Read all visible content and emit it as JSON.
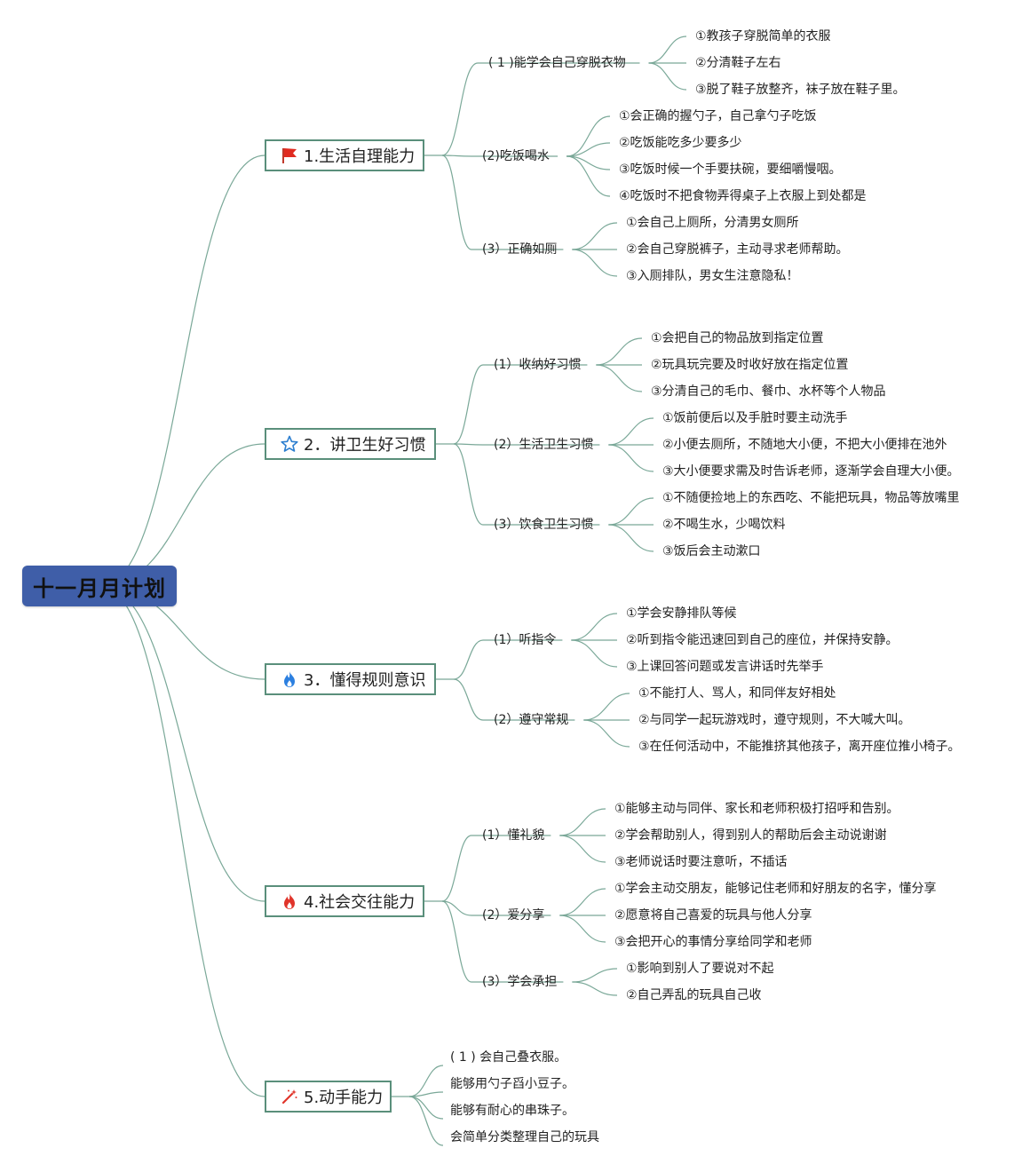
{
  "root": {
    "label": "十一月月计划"
  },
  "colors": {
    "root_fill": "#3f5ea8",
    "line": "#7aa898",
    "border": "#5a8f7b"
  },
  "branches": [
    {
      "label": "1.生活自理能力",
      "icon": "flag-icon",
      "subs": [
        {
          "label": "( 1 )能学会自己穿脱衣物",
          "items": [
            "①教孩子穿脱简单的衣服",
            "②分清鞋子左右",
            "③脱了鞋子放整齐，袜子放在鞋子里。"
          ]
        },
        {
          "label": "(2)吃饭喝水",
          "items": [
            "①会正确的握勺子，自己拿勺子吃饭",
            "②吃饭能吃多少要多少",
            "③吃饭时候一个手要扶碗，要细嚼慢咽。",
            "④吃饭时不把食物弄得桌子上衣服上到处都是"
          ]
        },
        {
          "label": "(3）正确如厕",
          "items": [
            "①会自己上厕所，分清男女厕所",
            "②会自己穿脱裤子，主动寻求老师帮助。",
            "③入厕排队，男女生注意隐私！"
          ]
        }
      ]
    },
    {
      "label": "2．讲卫生好习惯",
      "icon": "star-icon",
      "subs": [
        {
          "label": "(1）收纳好习惯",
          "items": [
            "①会把自己的物品放到指定位置",
            "②玩具玩完要及时收好放在指定位置",
            "③分清自己的毛巾、餐巾、水杯等个人物品"
          ]
        },
        {
          "label": "(2）生活卫生习惯",
          "items": [
            "①饭前便后以及手脏时要主动洗手",
            "②小便去厕所，不随地大小便，不把大小便排在池外",
            "③大小便要求需及时告诉老师，逐渐学会自理大小便。"
          ]
        },
        {
          "label": "(3）饮食卫生习惯",
          "items": [
            "①不随便捡地上的东西吃、不能把玩具，物品等放嘴里",
            "②不喝生水，少喝饮料",
            "③饭后会主动漱口"
          ]
        }
      ]
    },
    {
      "label": "3．懂得规则意识",
      "icon": "flame-blue-icon",
      "subs": [
        {
          "label": "(1）听指令",
          "items": [
            "①学会安静排队等候",
            "②听到指令能迅速回到自己的座位，并保持安静。",
            "③上课回答问题或发言讲话时先举手"
          ]
        },
        {
          "label": "(2）遵守常规",
          "items": [
            "①不能打人、骂人，和同伴友好相处",
            "②与同学一起玩游戏时，遵守规则，不大喊大叫。",
            "③在任何活动中，不能推挤其他孩子，离开座位推小椅子。"
          ]
        }
      ]
    },
    {
      "label": "4.社会交往能力",
      "icon": "flame-red-icon",
      "subs": [
        {
          "label": "(1）懂礼貌",
          "items": [
            "①能够主动与同伴、家长和老师积极打招呼和告别。",
            "②学会帮助别人，得到别人的帮助后会主动说谢谢",
            "③老师说话时要注意听，不插话"
          ]
        },
        {
          "label": "(2）爱分享",
          "items": [
            "①学会主动交朋友，能够记住老师和好朋友的名字，懂分享",
            "②愿意将自己喜爱的玩具与他人分享",
            "③会把开心的事情分享给同学和老师"
          ]
        },
        {
          "label": "(3）学会承担",
          "items": [
            "①影响到别人了要说对不起",
            "②自己弄乱的玩具自己收"
          ]
        }
      ]
    },
    {
      "label": "5.动手能力",
      "icon": "sparkle-icon",
      "items": [
        "( 1 ) 会自己叠衣服。",
        "能够用勺子舀小豆子。",
        "能够有耐心的串珠子。",
        "会简单分类整理自己的玩具"
      ]
    }
  ]
}
